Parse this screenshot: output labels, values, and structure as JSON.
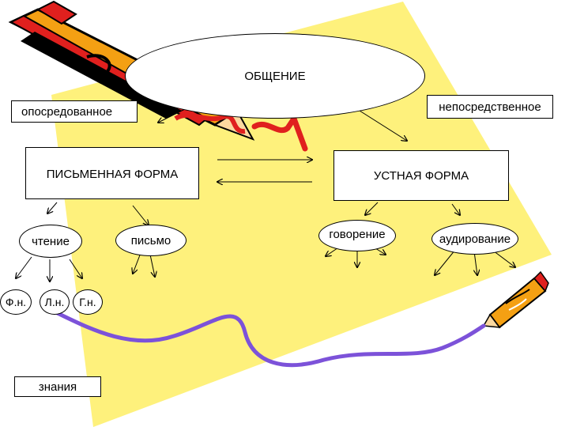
{
  "diagram": {
    "root": "ОБЩЕНИЕ",
    "mediated": "опосредованное",
    "direct": "непосредственное",
    "written_form": "ПИСЬМЕННАЯ ФОРМА",
    "oral_form": "УСТНАЯ ФОРМА",
    "reading": "чтение",
    "writing": "письмо",
    "speaking": "говорение",
    "listening": "аудирование",
    "skill_f": "Ф.н.",
    "skill_l": "Л.н.",
    "skill_g": "Г.н.",
    "knowledge": "знания"
  },
  "colors": {
    "background_shape": "#fef17c",
    "connector_curve": "#7c52d9",
    "pencil_body": "#f4a013",
    "pencil_red": "#e0201e"
  }
}
